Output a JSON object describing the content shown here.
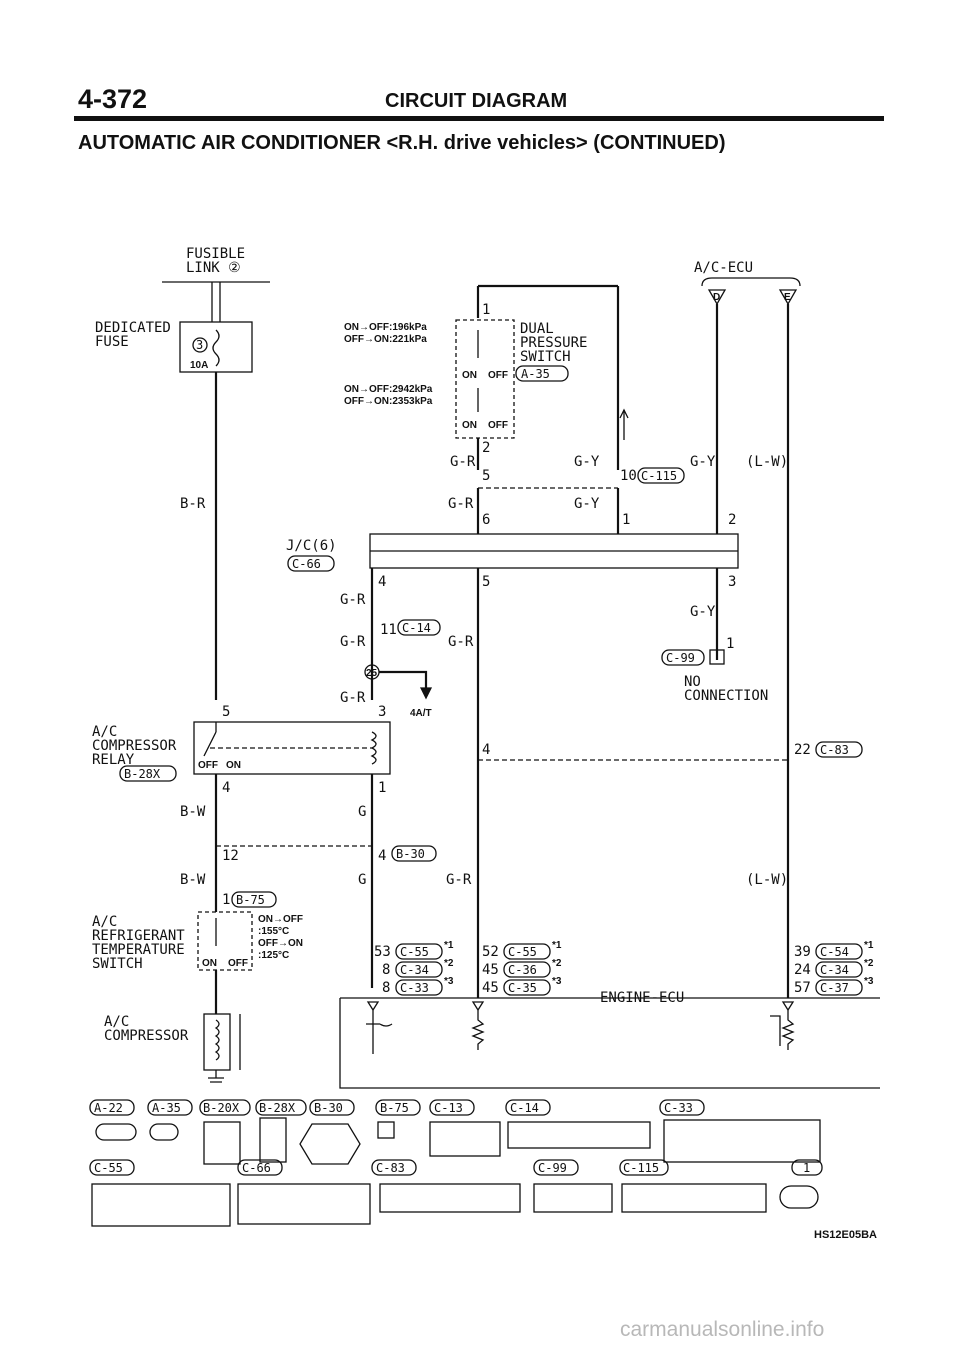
{
  "header": {
    "page_number": "4-372",
    "title": "CIRCUIT DIAGRAM",
    "subtitle": "AUTOMATIC AIR CONDITIONER <R.H. drive vehicles> (CONTINUED)"
  },
  "components": {
    "fusible_link": "FUSIBLE LINK ②",
    "fusible_link_line1": "FUSIBLE",
    "fusible_link_line2": "LINK ②",
    "dedicated_fuse_line1": "DEDICATED",
    "dedicated_fuse_line2": "FUSE",
    "fuse_no": "3",
    "fuse_rating": "10A",
    "dual_pressure_line1": "DUAL",
    "dual_pressure_line2": "PRESSURE",
    "dual_pressure_line3": "SWITCH",
    "dual_pressure_conn": "A-35",
    "press_low_1": "ON→OFF:196kPa",
    "press_low_2": "OFF→ON:221kPa",
    "press_high_1": "ON→OFF:2942kPa",
    "press_high_2": "OFF→ON:2353kPa",
    "on": "ON",
    "off": "OFF",
    "ac_ecu": "A/C-ECU",
    "ecu_pin_d": "D",
    "ecu_pin_e": "E",
    "jc": "J/C(6)",
    "jc_conn": "C-66",
    "relay_line1": "A/C",
    "relay_line2": "COMPRESSOR",
    "relay_line3": "RELAY",
    "relay_conn": "B-28X",
    "relay_off_on": "OFF",
    "relay_on": "ON",
    "refrig_line1": "A/C",
    "refrig_line2": "REFRIGERANT",
    "refrig_line3": "TEMPERATURE",
    "refrig_line4": "SWITCH",
    "refrig_temp_1": "ON→OFF",
    "refrig_temp_2": ":155°C",
    "refrig_temp_3": "OFF→ON",
    "refrig_temp_4": ":125°C",
    "compressor_line1": "A/C",
    "compressor_line2": "COMPRESSOR",
    "engine_ecu": "ENGINE-ECU",
    "no_connection_1": "NO",
    "no_connection_2": "CONNECTION",
    "at_label": "4A/T",
    "joint_no": "25"
  },
  "wires": {
    "br": "B-R",
    "gr": "G-R",
    "gy": "G-Y",
    "lw": "(L-W)",
    "bw": "B-W",
    "g": "G"
  },
  "pins": {
    "p1": "1",
    "p2": "2",
    "p3": "3",
    "p4": "4",
    "p5": "5",
    "p6": "6",
    "p10": "10",
    "p11": "11",
    "p12": "12",
    "p22": "22",
    "p53": "53",
    "p8": "8",
    "p52": "52",
    "p45": "45",
    "p39": "39",
    "p24": "24",
    "p57": "57"
  },
  "connectors": {
    "c115": "C-115",
    "c14": "C-14",
    "c99": "C-99",
    "c83": "C-83",
    "b30": "B-30",
    "b75": "B-75",
    "c55": "C-55",
    "c34": "C-34",
    "c33": "C-33",
    "c36": "C-36",
    "c35": "C-35",
    "c54": "C-54",
    "c37": "C-37"
  },
  "notes": {
    "n1": "*1",
    "n2": "*2",
    "n3": "*3"
  },
  "legend": {
    "a22": "A-22",
    "a35": "A-35",
    "b20x": "B-20X",
    "b28x": "B-28X",
    "b30": "B-30",
    "b75": "B-75",
    "c13": "C-13",
    "c14": "C-14",
    "c33": "C-33",
    "c55": "C-55",
    "c66": "C-66",
    "c83": "C-83",
    "c99": "C-99",
    "c115": "C-115",
    "one": "1"
  },
  "footer": {
    "code": "HS12E05BA"
  },
  "watermark": "carmanualsonline.info"
}
